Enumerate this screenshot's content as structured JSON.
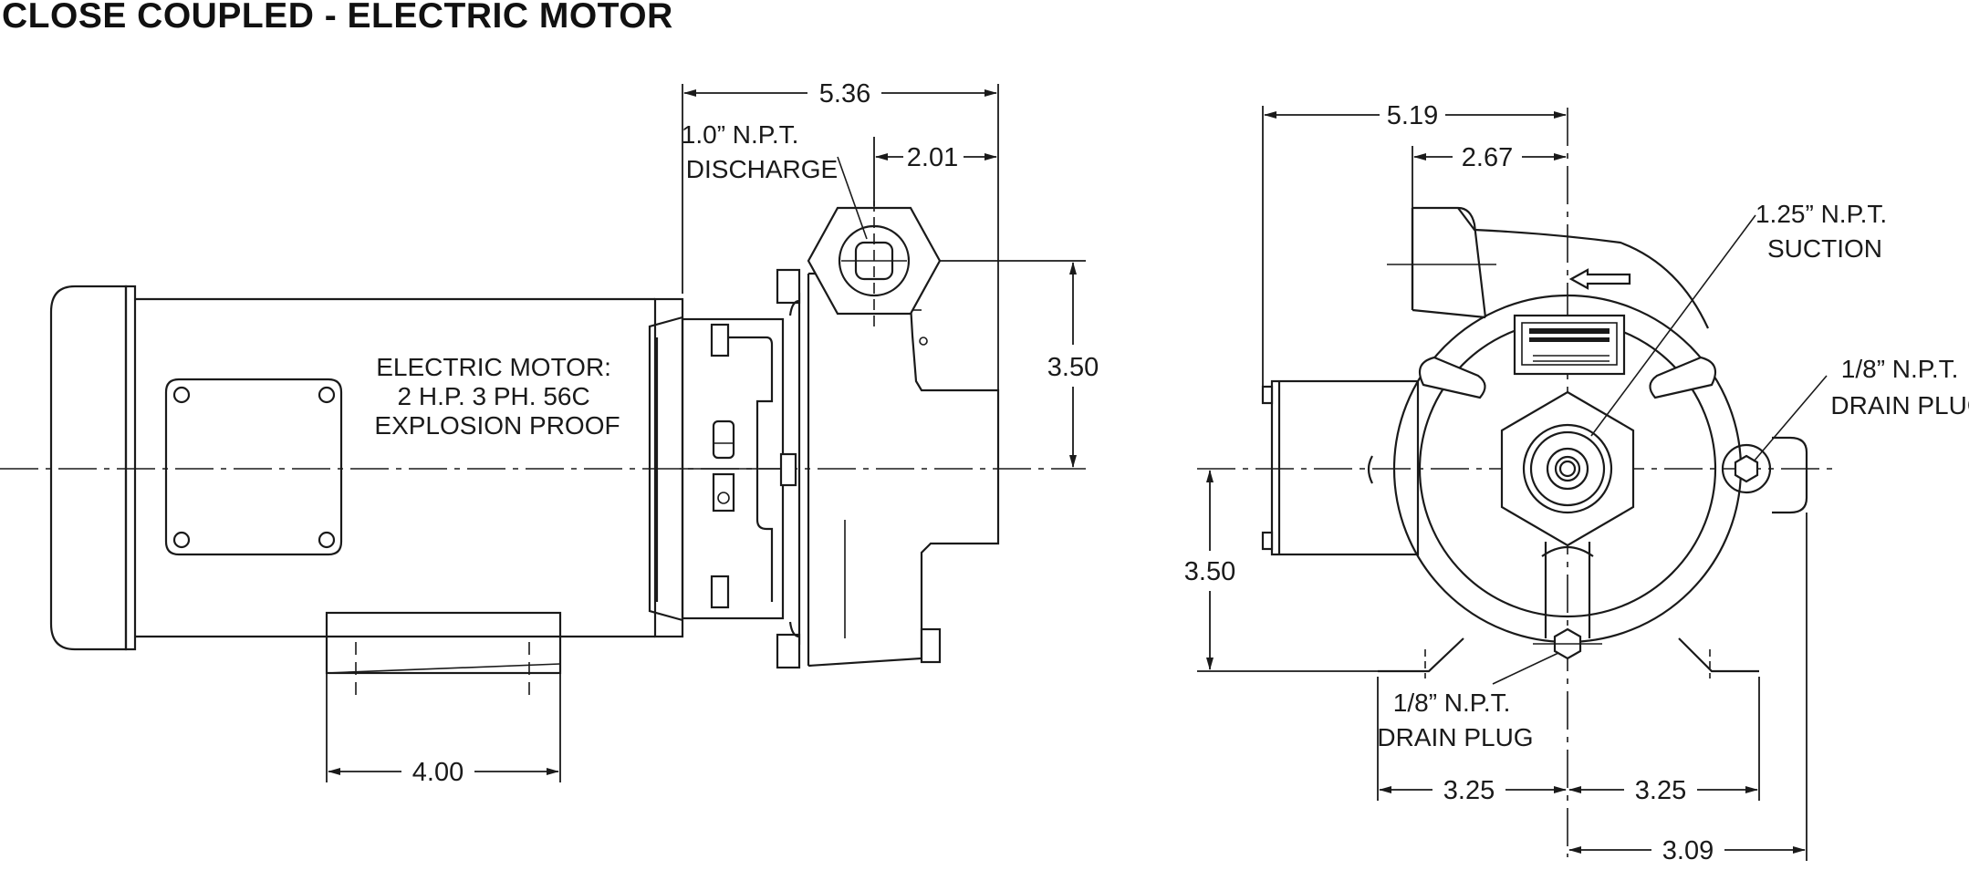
{
  "title": "CLOSE COUPLED - ELECTRIC MOTOR",
  "side_view": {
    "motor_label_lines": [
      "ELECTRIC MOTOR:",
      "2 H.P. 3 PH. 56C",
      "EXPLOSION PROOF"
    ],
    "discharge_label_lines": [
      "1.0” N.P.T.",
      "DISCHARGE"
    ],
    "dimensions": {
      "overall_pump": "5.36",
      "discharge_offset": "2.01",
      "discharge_height": "3.50",
      "foot_width": "4.00"
    }
  },
  "front_view": {
    "suction_label_lines": [
      "1.25” N.P.T.",
      "SUCTION"
    ],
    "drain_plug_side_lines": [
      "1/8” N.P.T.",
      "DRAIN PLUG"
    ],
    "drain_plug_bottom_lines": [
      "1/8” N.P.T.",
      "DRAIN PLUG"
    ],
    "dimensions": {
      "overall_width": "5.19",
      "discharge_offset": "2.67",
      "shaft_height": "3.50",
      "foot_left": "3.25",
      "foot_right": "3.25",
      "drain_offset": "3.09"
    }
  }
}
